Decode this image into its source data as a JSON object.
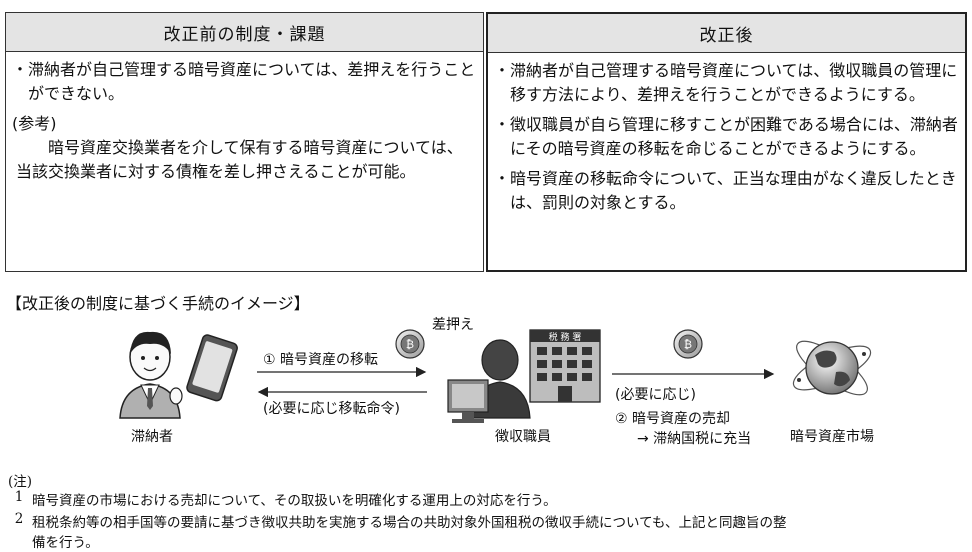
{
  "table": {
    "before": {
      "header": "改正前の制度・課題",
      "bullets": [
        "滞納者が自己管理する暗号資産については、差押えを行うことができない。"
      ],
      "reference_label": "(参考)",
      "reference_text": "暗号資産交換業者を介して保有する暗号資産については、当該交換業者に対する債権を差し押さえることが可能。"
    },
    "after": {
      "header": "改正後",
      "bullets": [
        "滞納者が自己管理する暗号資産については、徴収職員の管理に移す方法により、差押えを行うことができるようにする。",
        "徴収職員が自ら管理に移すことが困難である場合には、滞納者にその暗号資産の移転を命じることができるようにする。",
        "暗号資産の移転命令について、正当な理由がなく違反したときは、罰則の対象とする。"
      ]
    }
  },
  "diagram": {
    "title": "【改正後の制度に基づく手続のイメージ】",
    "actors": {
      "delinquent": "滞納者",
      "official": "徴収職員",
      "market": "暗号資産市場",
      "tax_office_sign": "税 務 署"
    },
    "arrows": {
      "transfer": "① 暗号資産の移転",
      "order": "(必要に応じ移転命令)",
      "seize": "差押え",
      "when_needed": "(必要に応じ)",
      "sale": "② 暗号資産の売却",
      "apply": "→ 滞納国税に充当"
    },
    "coin_glyph": "₿"
  },
  "notes": {
    "label": "(注)",
    "items": [
      {
        "num": "1",
        "text": "暗号資産の市場における売却について、その取扱いを明確化する運用上の対応を行う。"
      },
      {
        "num": "2",
        "text": "租税条約等の相手国等の要請に基づき徴収共助を実施する場合の共助対象外国租税の徴収手続についても、上記と同趣旨の整",
        "cont": "備を行う。"
      }
    ]
  }
}
